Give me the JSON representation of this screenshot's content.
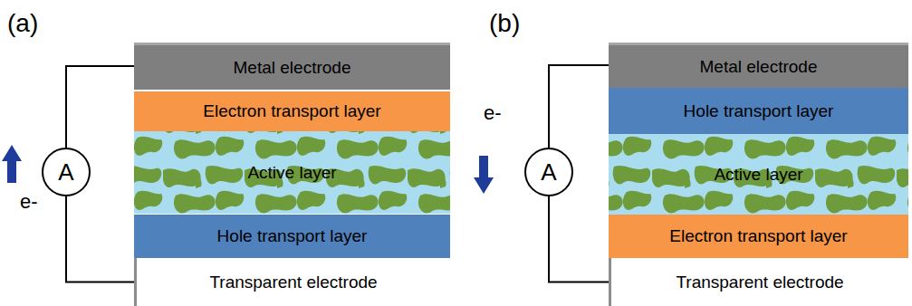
{
  "diagram": {
    "nodes": [
      {
        "text": [
          "Metal electrode"
        ]
      },
      {
        "text": [
          "Electron transport layer"
        ]
      },
      {
        "text": [
          "Active layer"
        ]
      },
      {
        "text": [
          "Hole transport layer"
        ]
      },
      {
        "text": [
          "Transparent electrode"
        ]
      },
      {
        "text": [
          "A"
        ]
      },
      {
        "text": [
          "Metal electrode"
        ]
      },
      {
        "text": [
          "Hole transport layer"
        ]
      },
      {
        "text": [
          "Active layer"
        ]
      },
      {
        "text": [
          "Electron transport layer"
        ]
      },
      {
        "text": [
          "Transparent electrode"
        ]
      },
      {
        "text": [
          "A"
        ]
      }
    ],
    "edges": [
      {
        "from": 5,
        "to": 0,
        "arrow": "none"
      },
      {
        "from": 5,
        "to": 4,
        "arrow": "none"
      },
      {
        "from": 11,
        "to": 6,
        "arrow": "none"
      },
      {
        "from": 11,
        "to": 10,
        "arrow": "none"
      }
    ],
    "labels": [
      "(a)",
      "e-",
      "(b)",
      "e-"
    ]
  }
}
